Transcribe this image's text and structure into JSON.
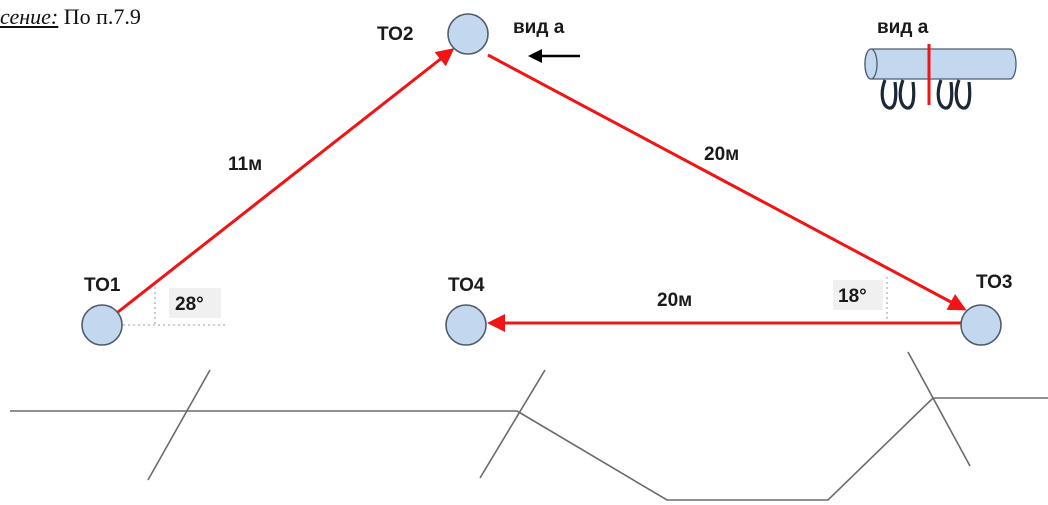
{
  "note": {
    "emphasis": "сение:",
    "text": "По п.7.9"
  },
  "colors": {
    "rope": "#f01414",
    "node_fill": "#c3d8ee",
    "node_stroke": "#4f5c6c",
    "ground": "#6b6b6b",
    "angle_box": "#f0f0f0"
  },
  "nodes": {
    "to1": "ТО1",
    "to2": "ТО2",
    "to3": "ТО3",
    "to4": "ТО4"
  },
  "segments": {
    "to1_to2": "11м",
    "to2_to3": "20м",
    "to3_to4": "20м"
  },
  "angles": {
    "at_to1": "28°",
    "at_to3": "18°"
  },
  "view": {
    "arrow_label": "вид а",
    "inset_label": "вид а"
  }
}
